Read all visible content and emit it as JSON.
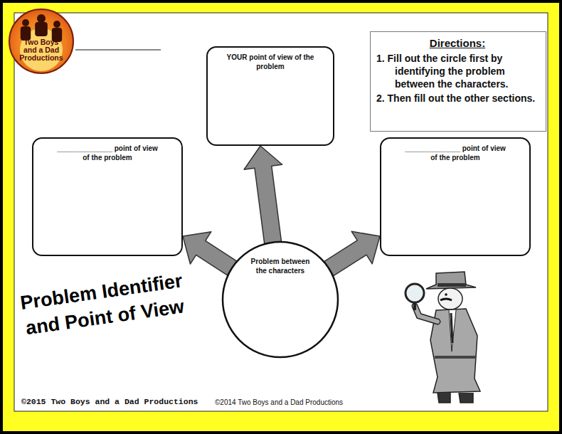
{
  "diagram": {
    "title": "Problem Identifier and Point of View",
    "nodes": [
      {
        "text": [
          "Two Boys and a Dad Productions"
        ]
      },
      {
        "text": [
          "YOUR point of view of the problem"
        ]
      },
      {
        "text": [
          "Directions:",
          "1. Fill out the circle first by identifying the problem between the characters.",
          "2. Then fill out the other sections."
        ]
      },
      {
        "text": [
          "______________ point of view of the problem"
        ]
      },
      {
        "text": [
          "______________ point of view of the problem"
        ]
      },
      {
        "text": [
          "Problem between the characters"
        ]
      }
    ],
    "edges": [
      {
        "from": 5,
        "to": 3,
        "arrow": "to"
      },
      {
        "from": 5,
        "to": 1,
        "arrow": "to"
      },
      {
        "from": 5,
        "to": 4,
        "arrow": "to"
      }
    ],
    "labels": [
      "©2015 Two Boys and a Dad Productions",
      "©2014 Two Boys and a Dad Productions"
    ]
  }
}
